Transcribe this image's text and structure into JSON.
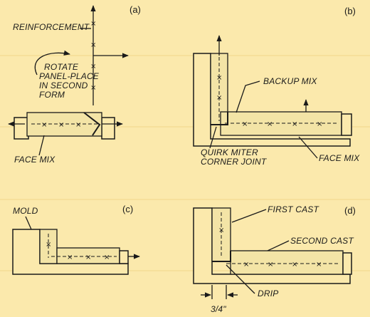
{
  "panels": {
    "a": {
      "letter": "(a)",
      "reinforcement": "REINFORCEMENT",
      "rotate_line1": "ROTATE",
      "rotate_line2": "PANEL-PLACE",
      "rotate_line3": "IN SECOND",
      "rotate_line4": "FORM",
      "face_mix": "FACE MIX"
    },
    "b": {
      "letter": "(b)",
      "backup_mix": "BACKUP MIX",
      "quirk_line1": "QUIRK MITER",
      "quirk_line2": "CORNER JOINT",
      "face_mix": "FACE MIX"
    },
    "c": {
      "letter": "(c)",
      "mold": "MOLD"
    },
    "d": {
      "letter": "(d)",
      "first_cast": "FIRST CAST",
      "second_cast": "SECOND CAST",
      "drip": "DRIP",
      "dimension": "3/4\""
    }
  }
}
